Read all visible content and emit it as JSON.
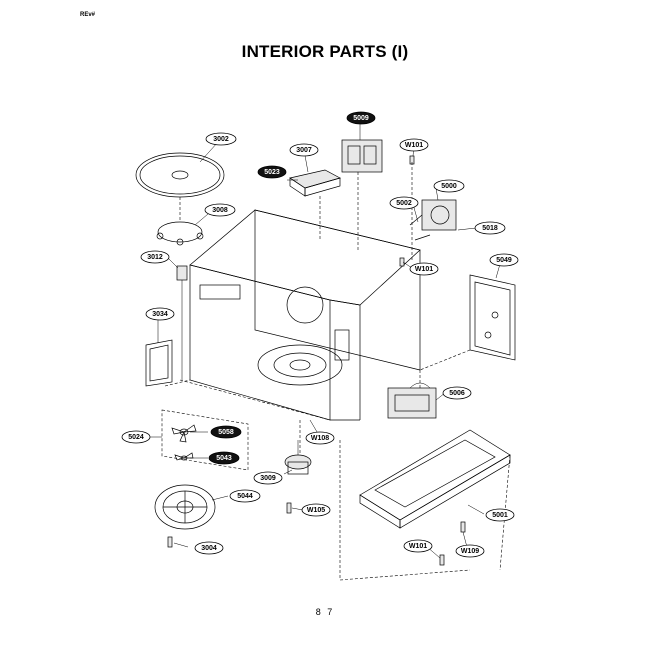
{
  "header": {
    "corner_code": "REv#",
    "title": "INTERIOR PARTS (I)"
  },
  "footer": {
    "page_number": "8 7"
  },
  "labels": {
    "p3002": "3002",
    "p3007": "3007",
    "p5009": "5009",
    "pW101a": "W101",
    "p5023": "5023",
    "p3008": "3008",
    "p5000": "5000",
    "p5002": "5002",
    "p5018": "5018",
    "p3012": "3012",
    "pW101b": "W101",
    "p5049": "5049",
    "p3034": "3034",
    "p5006": "5006",
    "p5024": "5024",
    "p5058": "5058",
    "p5043": "5043",
    "pW108": "W108",
    "p3009": "3009",
    "p5044": "5044",
    "pW105": "W105",
    "p5001": "5001",
    "p3004": "3004",
    "pW101c": "W101",
    "pW109": "W109"
  }
}
